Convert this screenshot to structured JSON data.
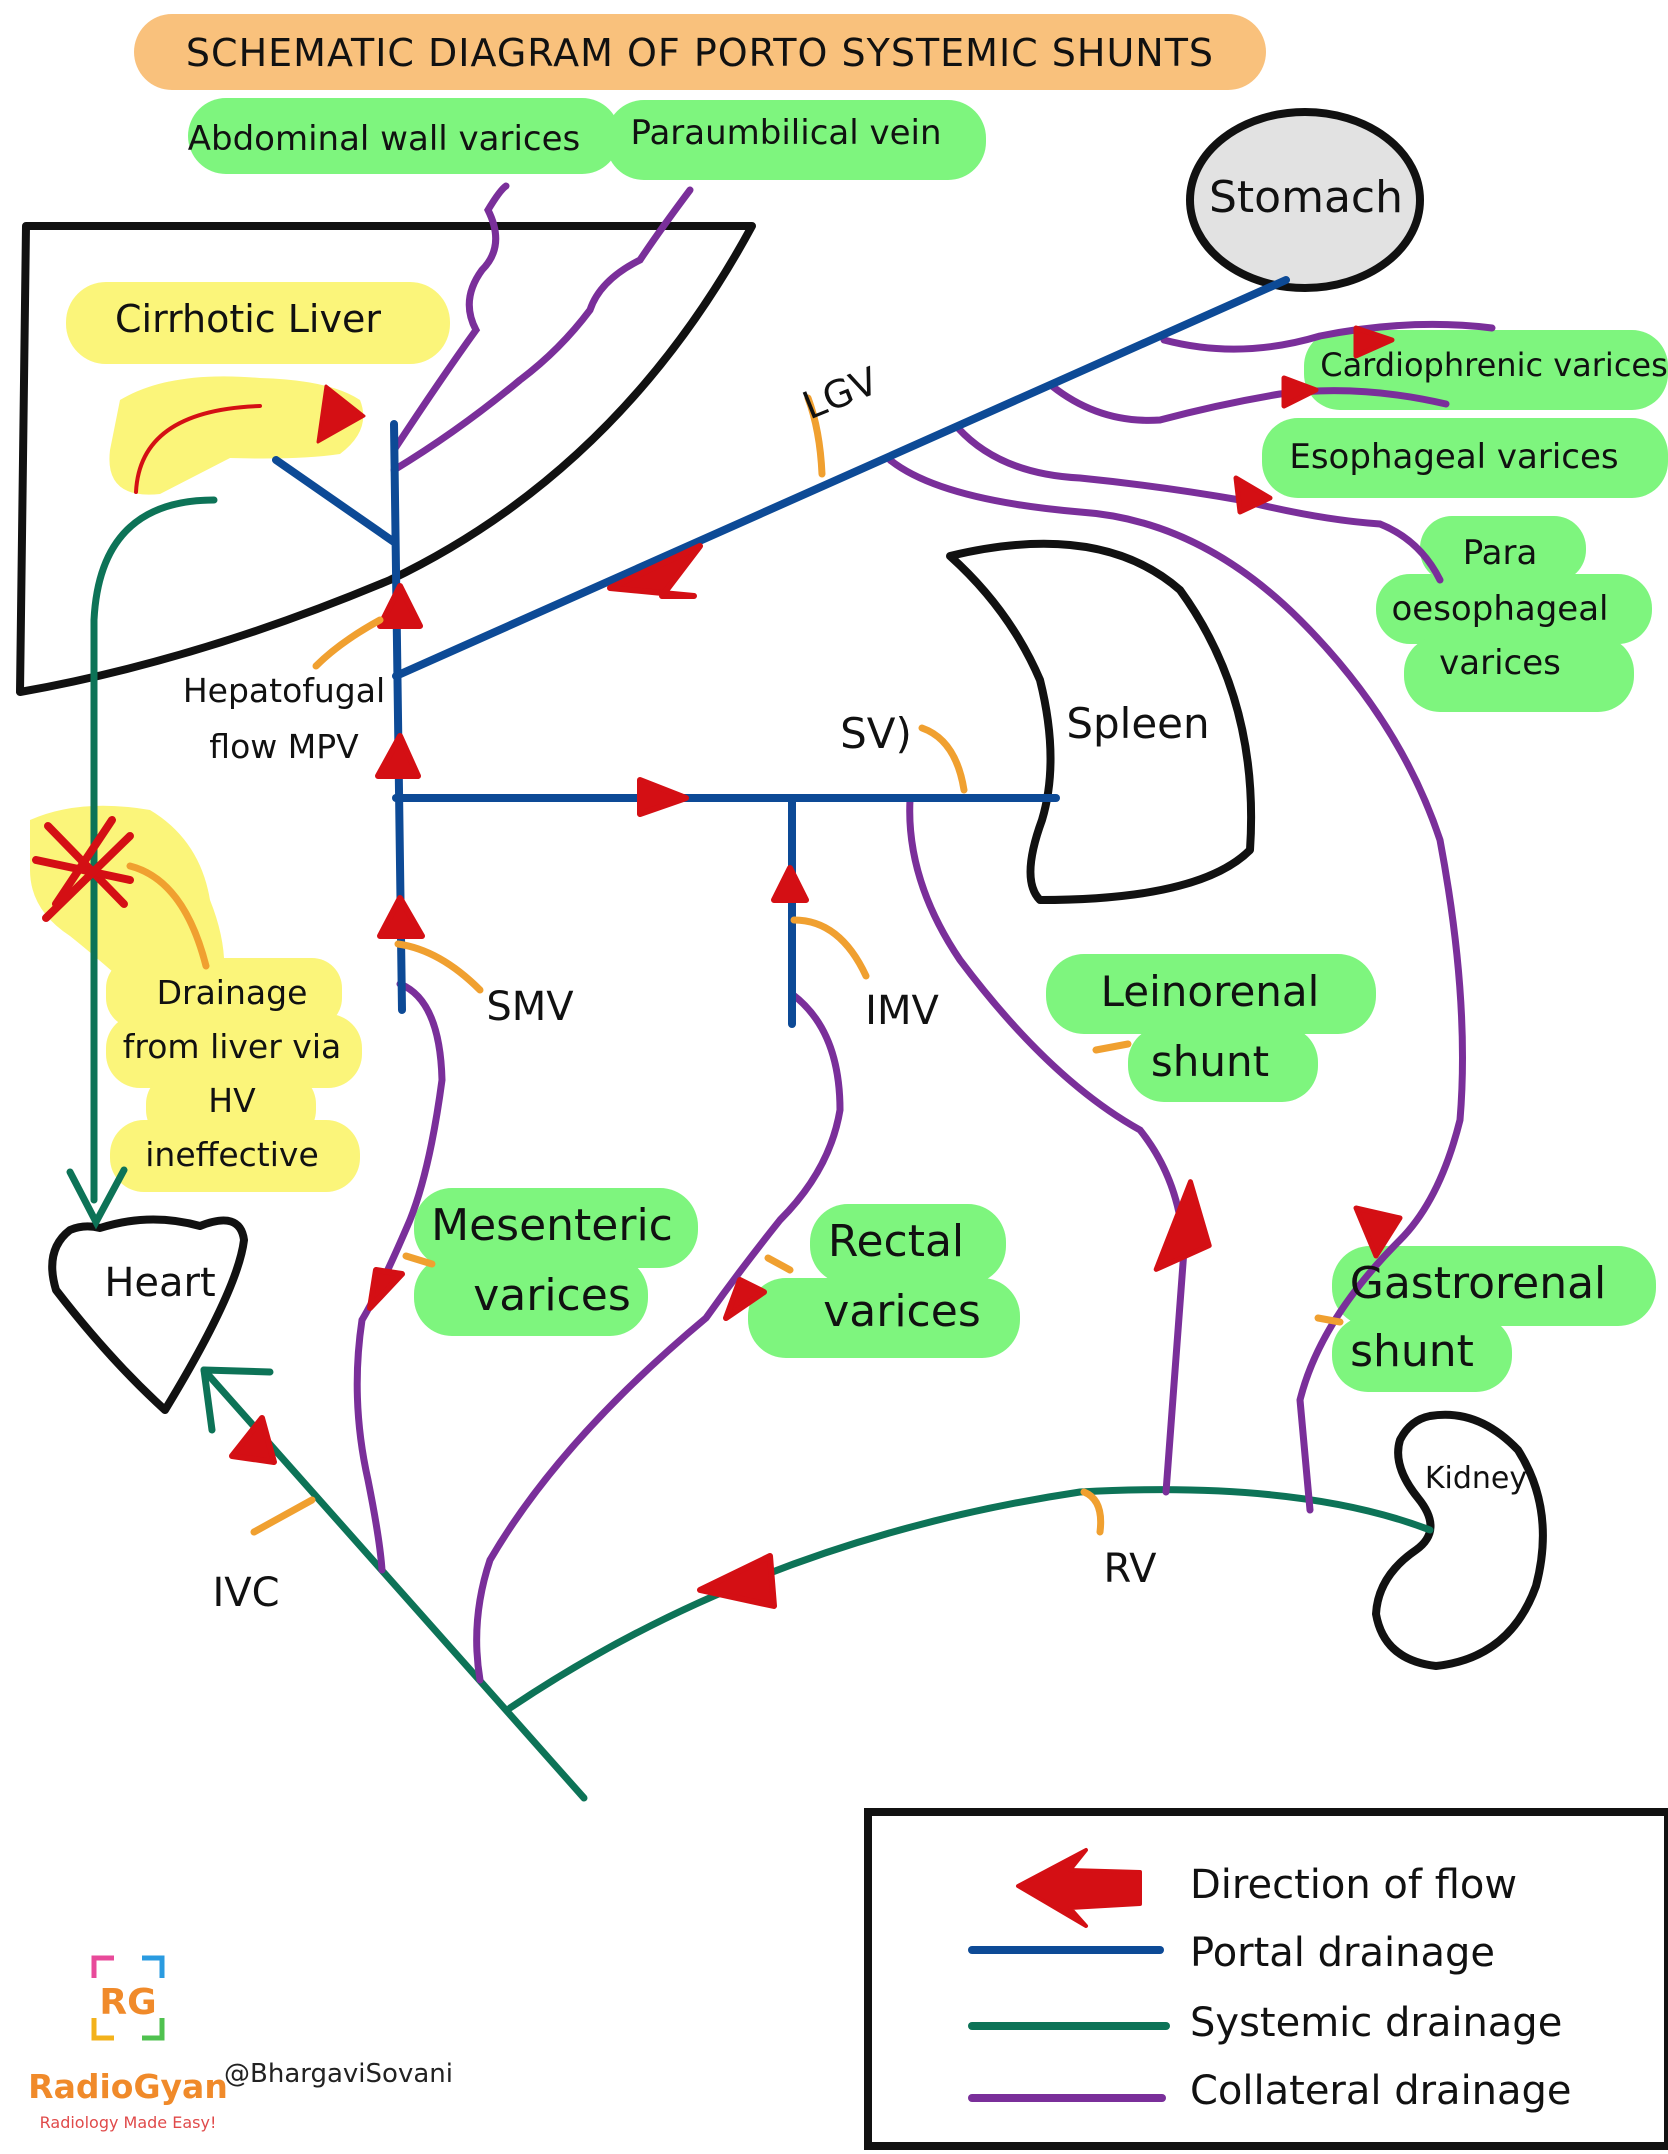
{
  "title": "SCHEMATIC DIAGRAM OF PORTO SYSTEMIC SHUNTS",
  "colors": {
    "portal": "#0d4a96",
    "systemic": "#0d7357",
    "collateral": "#7a2f9a",
    "arrow": "#d40f14",
    "pointer": "#f0a030",
    "green_highlight": "#7ef57e",
    "yellow_highlight": "#fbf57a",
    "title_bg": "#f9c17c"
  },
  "labels": {
    "cirrhotic_liver": "Cirrhotic Liver",
    "abdominal_wall_varices": "Abdominal wall varices",
    "paraumbilical_vein": "Paraumbilical vein",
    "stomach": "Stomach",
    "lgv": "LGV",
    "cardiophrenic_varices": "Cardiophrenic varices",
    "esophageal_varices": "Esophageal varices",
    "para": "Para",
    "oesophageal": "oesophageal",
    "varices": "varices",
    "hepatofugal": "Hepatofugal",
    "flow_mpv": "flow MPV",
    "sv": "SV)",
    "spleen": "Spleen",
    "smv": "SMV",
    "imv": "IMV",
    "drainage": "Drainage",
    "from_liver_via": "from liver via",
    "hv": "HV",
    "ineffective": "ineffective",
    "leinorenal": "Leinorenal",
    "shunt": "shunt",
    "heart": "Heart",
    "mesenteric": "Mesenteric",
    "rectal": "Rectal",
    "gastrorenal": "Gastrorenal",
    "kidney": "Kidney",
    "ivc": "IVC",
    "rv": "RV"
  },
  "legend": {
    "items": [
      {
        "label": "Direction of flow",
        "kind": "arrow"
      },
      {
        "label": "Portal drainage",
        "kind": "portal"
      },
      {
        "label": "Systemic drainage",
        "kind": "systemic"
      },
      {
        "label": "Collateral drainage",
        "kind": "collateral"
      }
    ]
  },
  "branding": {
    "logo_letters": "RG",
    "name": "RadioGyan",
    "tagline": "Radiology Made Easy!",
    "handle": "@BhargaviSovani"
  }
}
